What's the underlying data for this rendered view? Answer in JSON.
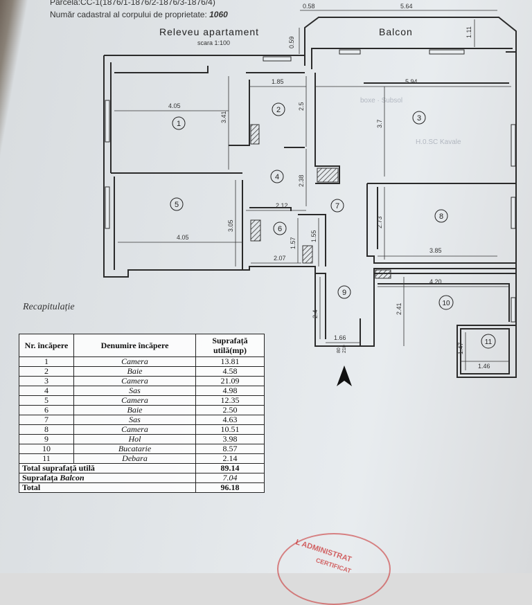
{
  "header": {
    "parcel_line": "Parcela:CC-1(1876/1-1876/2-1876/3-1876/4)",
    "cadastral_label": "Număr cadastral al corpului de proprietate:",
    "cadastral_number": "1060"
  },
  "plan": {
    "title": "Releveu apartament",
    "scale": "scara 1:100",
    "balcony_label": "Balcon",
    "dimensions": [
      "0.58",
      "5.64",
      "0.59",
      "1.11",
      "1.85",
      "5.94",
      "4.05",
      "3.41",
      "2.5",
      "3.7",
      "2.38",
      "2.12",
      "3.05",
      "4.05",
      "1.57",
      "1.55",
      "2.07",
      "2.73",
      "3.85",
      "4.20",
      "2.4",
      "2.41",
      "1.66",
      "1.47",
      "1.46"
    ],
    "door_labels": [
      "80",
      "210"
    ],
    "room_numbers": [
      "1",
      "2",
      "3",
      "4",
      "5",
      "6",
      "7",
      "8",
      "9",
      "10",
      "11"
    ]
  },
  "recap": {
    "title": "Recapitulație",
    "headers": {
      "nr": "Nr. încăpere",
      "name": "Denumire încăpere",
      "area": "Suprafață utilă(mp)"
    },
    "rows": [
      {
        "nr": "1",
        "name": "Camera",
        "area": "13.81"
      },
      {
        "nr": "2",
        "name": "Baie",
        "area": "4.58"
      },
      {
        "nr": "3",
        "name": "Camera",
        "area": "21.09"
      },
      {
        "nr": "4",
        "name": "Sas",
        "area": "4.98"
      },
      {
        "nr": "5",
        "name": "Camera",
        "area": "12.35"
      },
      {
        "nr": "6",
        "name": "Baie",
        "area": "2.50"
      },
      {
        "nr": "7",
        "name": "Sas",
        "area": "4.63"
      },
      {
        "nr": "8",
        "name": "Camera",
        "area": "10.51"
      },
      {
        "nr": "9",
        "name": "Hol",
        "area": "3.98"
      },
      {
        "nr": "10",
        "name": "Bucatarie",
        "area": "8.57"
      },
      {
        "nr": "11",
        "name": "Debara",
        "area": "2.14"
      }
    ],
    "totals": {
      "useful_label": "Total suprafață utilă",
      "useful_value": "89.14",
      "balcony_label_prefix": "Suprafața ",
      "balcony_label_italic": "Balcon",
      "balcony_value": "7.04",
      "total_label": "Total",
      "total_value": "96.18"
    }
  },
  "stamp": {
    "text": "L ADMINISTRAT",
    "subtext": "CERTIFICAT"
  },
  "colors": {
    "wall": "#2a2a2a",
    "dimension": "#333333",
    "stamp": "#c82828"
  }
}
